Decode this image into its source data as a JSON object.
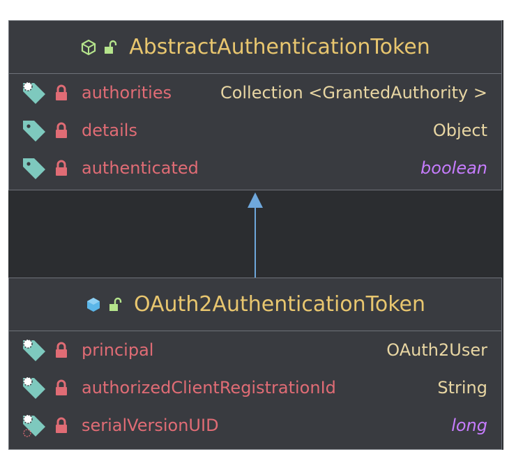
{
  "colors": {
    "background": "#2b2d30",
    "box_fill": "#393b40",
    "border": "#6f737a",
    "class_name": "#e8c66f",
    "field_name": "#e06c75",
    "field_type": "#e8d6a3",
    "primitive_type": "#c77dff",
    "arrow": "#6fa8dc",
    "tag_icon": "#7ec9be",
    "lock_icon": "#e06c75"
  },
  "parent_class": {
    "name": "AbstractAuthenticationToken",
    "icons": [
      "abstract-class-icon",
      "public-access-icon"
    ],
    "fields": [
      {
        "name": "authorities",
        "type": "Collection <GrantedAuthority >",
        "primitive": false,
        "icon": "final-field-icon"
      },
      {
        "name": "details",
        "type": "Object",
        "primitive": false,
        "icon": "field-icon"
      },
      {
        "name": "authenticated",
        "type": "boolean",
        "primitive": true,
        "icon": "field-icon"
      }
    ]
  },
  "child_class": {
    "name": "OAuth2AuthenticationToken",
    "icons": [
      "class-icon",
      "public-access-icon"
    ],
    "fields": [
      {
        "name": "principal",
        "type": "OAuth2User",
        "primitive": false,
        "icon": "final-field-icon"
      },
      {
        "name": "authorizedClientRegistrationId",
        "type": "String",
        "primitive": false,
        "icon": "final-field-icon"
      },
      {
        "name": "serialVersionUID",
        "type": "long",
        "primitive": true,
        "icon": "static-final-field-icon"
      }
    ]
  },
  "relation": {
    "type": "inheritance",
    "from": "OAuth2AuthenticationToken",
    "to": "AbstractAuthenticationToken"
  }
}
